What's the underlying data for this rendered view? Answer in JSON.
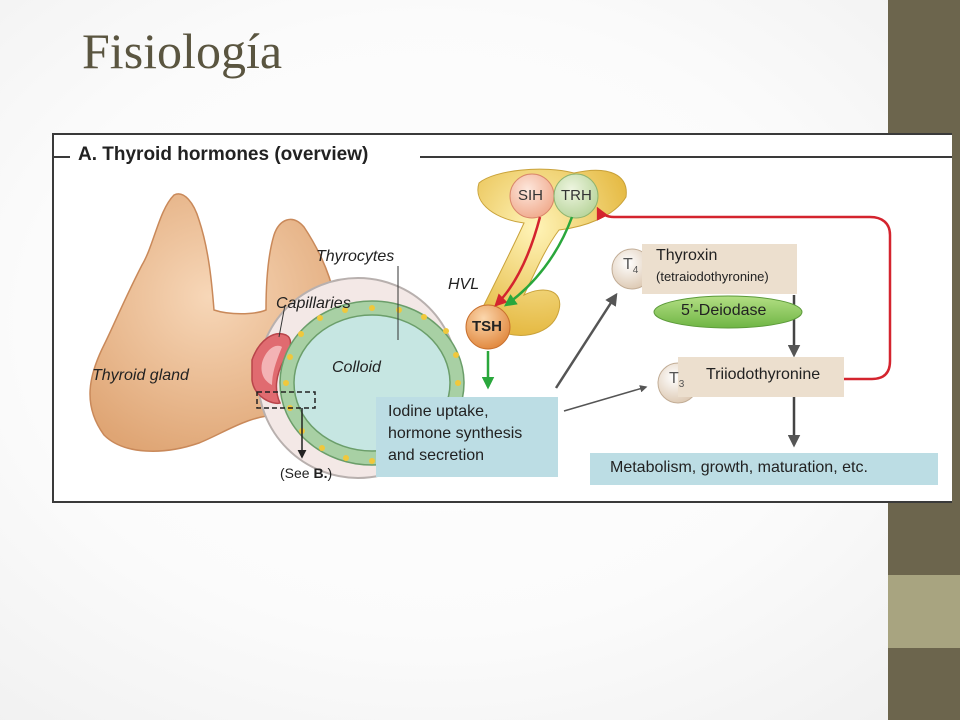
{
  "slide": {
    "title": "Fisiología",
    "colors": {
      "bar_dark": "#6c654d",
      "bar_light": "#a8a480",
      "title": "#5a5540"
    }
  },
  "figure": {
    "heading": "A. Thyroid hormones (overview)",
    "thyroid_gland": "Thyroid gland",
    "thyrocytes": "Thyrocytes",
    "capillaries": "Capillaries",
    "colloid": "Colloid",
    "see_b_prefix": "(See ",
    "see_b_bold": "B.",
    "see_b_suffix": ")",
    "sih": "SIH",
    "trh": "TRH",
    "hvl": "HVL",
    "tsh": "TSH",
    "iodine_box": [
      "Iodine uptake,",
      "hormone synthesis",
      "and secretion"
    ],
    "t4_letter": "T",
    "t4_sub": "4",
    "thyroxin": "Thyroxin",
    "tetraiodo": "(tetraiodothyronine)",
    "deiodase": "5’-Deiodase",
    "t3_letter": "T",
    "t3_sub": "3",
    "triiodo": "Triiodothyronine",
    "metabolism": "Metabolism, growth, maturation, etc.",
    "colors": {
      "inhibit_arrow": "#d4242e",
      "stimulate_arrow": "#2aa73c",
      "box_blue": "#bcdde4",
      "box_tan": "#ecdfce",
      "enzyme_green": "#88c75a",
      "gland": "#f1c59d"
    }
  }
}
